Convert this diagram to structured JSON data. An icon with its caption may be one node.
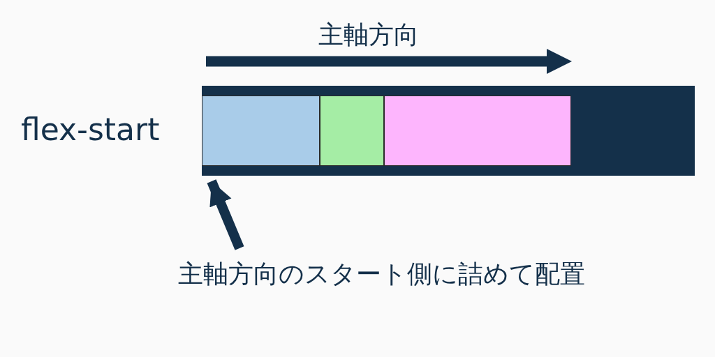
{
  "diagram": {
    "nodes": [
      {
        "text": [],
        "shape": "box"
      },
      {
        "text": [],
        "shape": "box",
        "in": 0
      },
      {
        "text": [],
        "shape": "box",
        "in": 0
      },
      {
        "text": [],
        "shape": "box",
        "in": 0
      },
      {
        "text": [
          "主軸方向のスタート側に詰めて配置"
        ]
      }
    ],
    "edges": [
      {
        "from": 4,
        "to": 0,
        "arrow": "to"
      }
    ],
    "labels": [
      "主軸方向",
      "flex-start"
    ]
  }
}
